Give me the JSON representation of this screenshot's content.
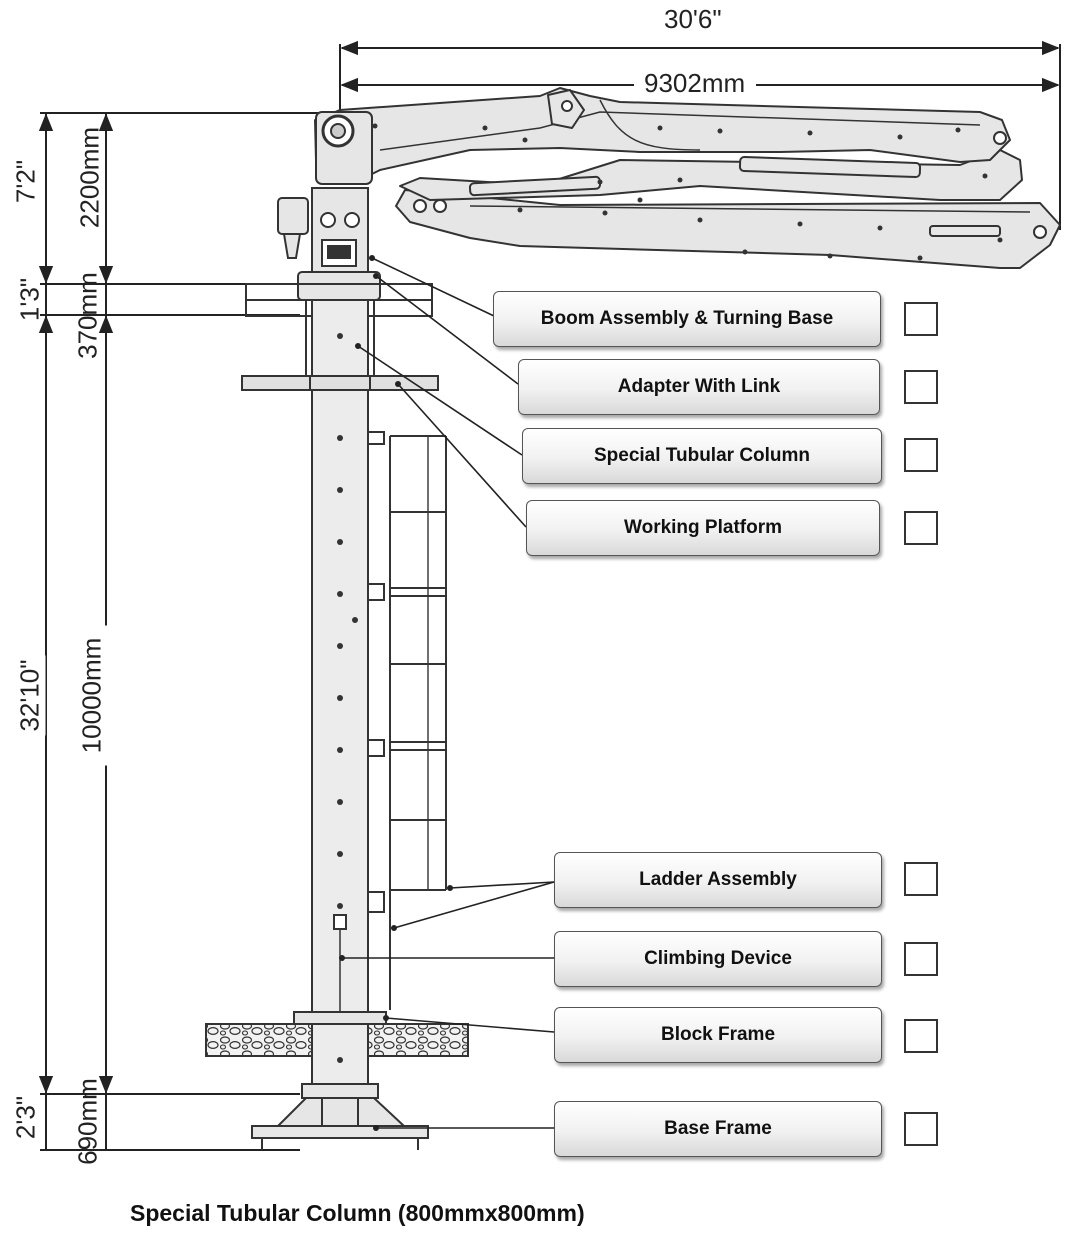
{
  "dimensions": {
    "top_imperial": "30'6\"",
    "top_metric": "9302mm",
    "segments": [
      {
        "imperial": "7'2\"",
        "metric": "2200mm"
      },
      {
        "imperial": "1'3\"",
        "metric": "370mm"
      },
      {
        "imperial": "32'10\"",
        "metric": "10000mm"
      },
      {
        "imperial": "2'3\"",
        "metric": "690mm"
      }
    ]
  },
  "components": [
    {
      "label": "Boom Assembly & Turning Base",
      "checked": false
    },
    {
      "label": "Adapter With Link",
      "checked": false
    },
    {
      "label": "Special Tubular Column",
      "checked": false
    },
    {
      "label": "Working Platform",
      "checked": false
    },
    {
      "label": "Ladder Assembly",
      "checked": false
    },
    {
      "label": "Climbing Device",
      "checked": false
    },
    {
      "label": "Block Frame",
      "checked": false
    },
    {
      "label": "Base Frame",
      "checked": false
    }
  ],
  "caption": "Special Tubular Column (800mmx800mm)",
  "colors": {
    "machine_fill": "#e6e6e6",
    "outline": "#333333",
    "ink": "#111111"
  }
}
